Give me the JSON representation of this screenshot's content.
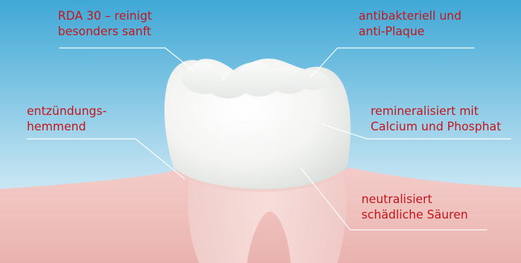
{
  "labels": {
    "rda": {
      "line1": "RDA 30 – reinigt",
      "line2": "besonders sanft"
    },
    "antibakteriell": {
      "line1": "antibakteriell und",
      "line2": "anti-Plaque"
    },
    "entzuendung": {
      "line1": "entzündungs-",
      "line2": "hemmend"
    },
    "remineralisiert": {
      "line1": "remineralisiert mit",
      "line2": "Calcium und Phosphat"
    },
    "neutralisiert": {
      "line1": "neutralisiert",
      "line2": "schädliche Säuren"
    }
  },
  "colors": {
    "label_text": "#c4161c",
    "sky_top": "#40a8d6",
    "sky_bottom": "#eef8fc",
    "gum": "#f1c4c1",
    "tooth": "#f6f7f5"
  },
  "illustration": {
    "subject": "molar-tooth-in-gum",
    "leader_lines": 5
  }
}
